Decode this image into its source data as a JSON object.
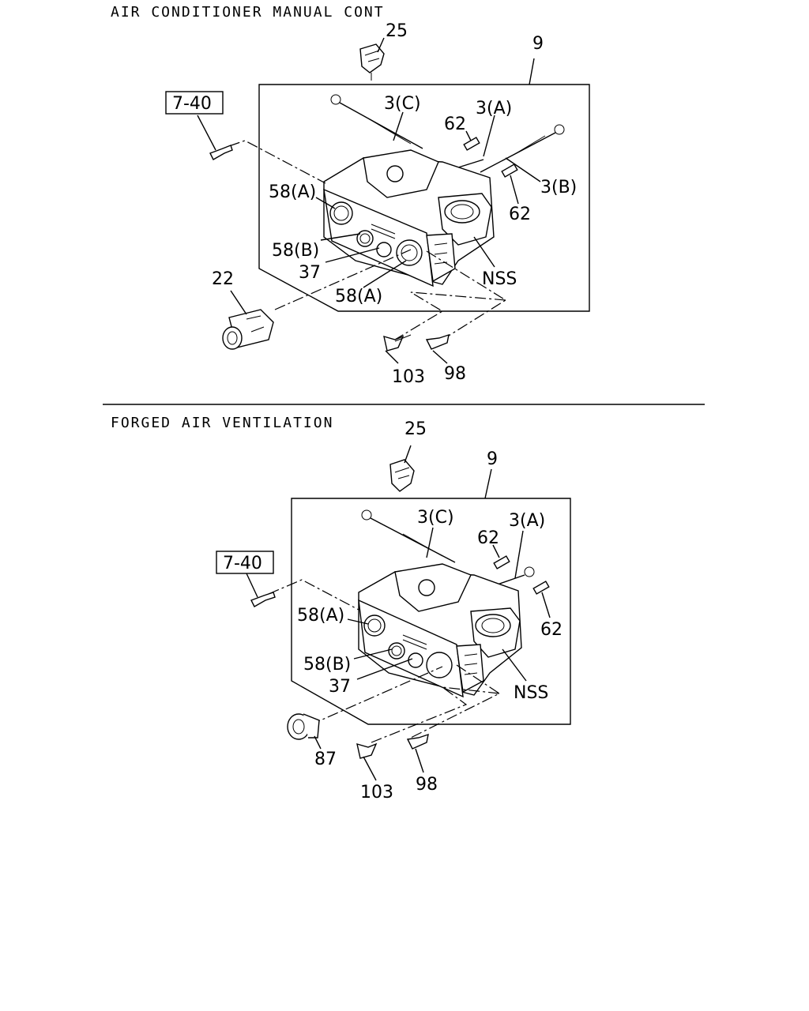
{
  "sections": [
    {
      "title": "AIR CONDITIONER MANUAL CONT",
      "ref_box": "7-40",
      "labels": {
        "p25": "25",
        "p9": "9",
        "p3c": "3(C)",
        "p3a": "3(A)",
        "p3b": "3(B)",
        "p62a": "62",
        "p62b": "62",
        "p58a1": "58(A)",
        "p58b": "58(B)",
        "p37": "37",
        "p58a2": "58(A)",
        "nss": "NSS",
        "p22": "22",
        "p103": "103",
        "p98": "98"
      }
    },
    {
      "title": "FORGED AIR VENTILATION",
      "ref_box": "7-40",
      "labels": {
        "p25": "25",
        "p9": "9",
        "p3c": "3(C)",
        "p3a": "3(A)",
        "p62a": "62",
        "p62b": "62",
        "p58a1": "58(A)",
        "p58b": "58(B)",
        "p37": "37",
        "nss": "NSS",
        "p87": "87",
        "p103": "103",
        "p98": "98"
      }
    }
  ]
}
